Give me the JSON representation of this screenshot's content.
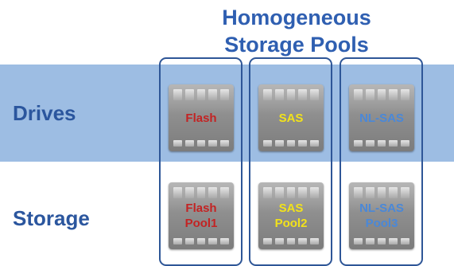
{
  "title": {
    "line1": "Homogeneous",
    "line2": "Storage Pools"
  },
  "rows": {
    "drives": "Drives",
    "storage": "Storage"
  },
  "pools": [
    {
      "drive_label": "Flash",
      "pool_line1": "Flash",
      "pool_line2": "Pool1",
      "color": "#c32323"
    },
    {
      "drive_label": "SAS",
      "pool_line1": "SAS",
      "pool_line2": "Pool2",
      "color": "#f2e21a"
    },
    {
      "drive_label": "NL-SAS",
      "pool_line1": "NL-SAS",
      "pool_line2": "Pool3",
      "color": "#4a88d8"
    }
  ],
  "colors": {
    "band": "#9dbde3",
    "title": "#2f5fb1",
    "labels": "#2b569e",
    "outline": "#2e5697"
  }
}
